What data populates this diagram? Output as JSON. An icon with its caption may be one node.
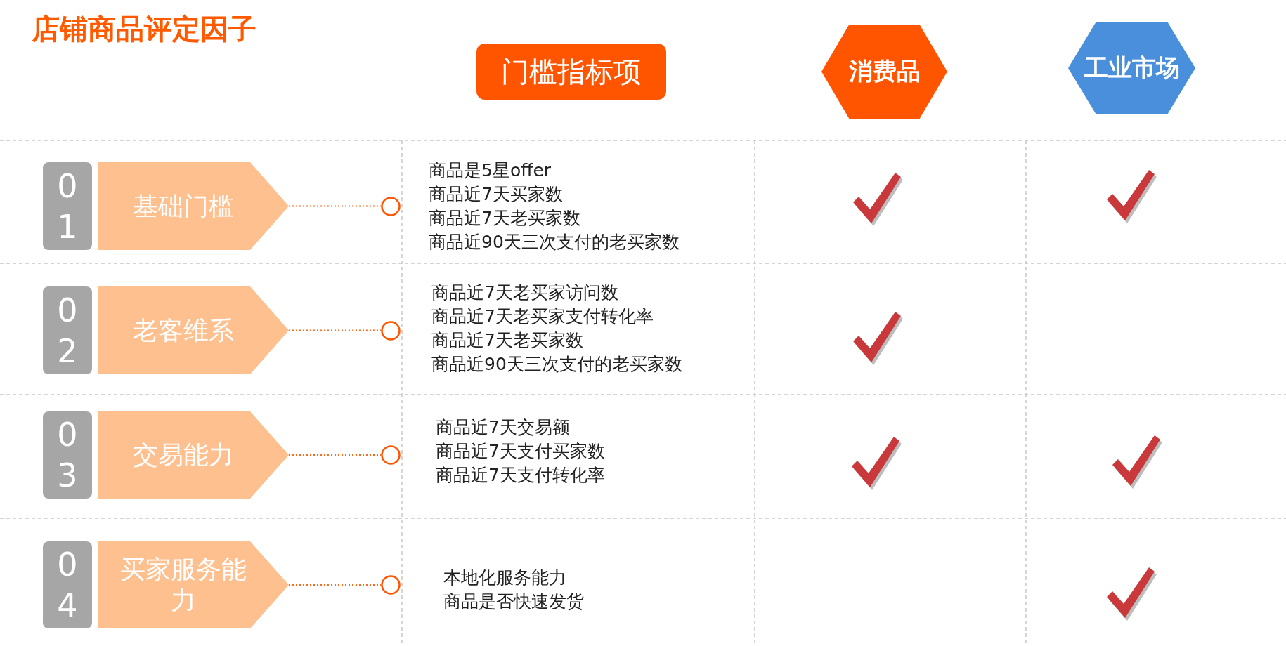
{
  "diagram": {
    "title": "店铺商品评定因子",
    "nodes": [
      {
        "text": [
          "门槛指标项"
        ]
      },
      {
        "text": [
          "消费品"
        ]
      },
      {
        "text": [
          "工业市场"
        ]
      },
      {
        "text": [
          "01"
        ]
      },
      {
        "text": [
          "基础门槛"
        ]
      },
      {
        "text": [],
        "shape": "circle"
      },
      {
        "text": [
          "02"
        ]
      },
      {
        "text": [
          "老客维系"
        ]
      },
      {
        "text": [],
        "shape": "circle"
      },
      {
        "text": [
          "03"
        ]
      },
      {
        "text": [
          "交易能力"
        ]
      },
      {
        "text": [],
        "shape": "circle"
      },
      {
        "text": [
          "04"
        ]
      },
      {
        "text": [
          "买家服务能力"
        ]
      },
      {
        "text": [],
        "shape": "circle"
      }
    ],
    "edges": [
      {
        "from": 4,
        "to": 5,
        "arrow": "none",
        "style": "dashed"
      },
      {
        "from": 7,
        "to": 8,
        "arrow": "none",
        "style": "dashed"
      },
      {
        "from": 10,
        "to": 11,
        "arrow": "none",
        "style": "dashed"
      },
      {
        "from": 13,
        "to": 14,
        "arrow": "none",
        "style": "dashed"
      }
    ],
    "labels": [
      "商品是5星offer",
      "商品近7天买家数",
      "商品近7天老买家数",
      "商品近90天三次支付的老买家数",
      "商品近7天老买家访问数",
      "商品近7天老买家支付转化率",
      "商品近7天老买家数",
      "商品近90天三次支付的老买家数",
      "商品近7天交易额",
      "商品近7天支付买家数",
      "商品近7天支付转化率",
      "本地化服务能力",
      "商品是否快速发货"
    ]
  }
}
